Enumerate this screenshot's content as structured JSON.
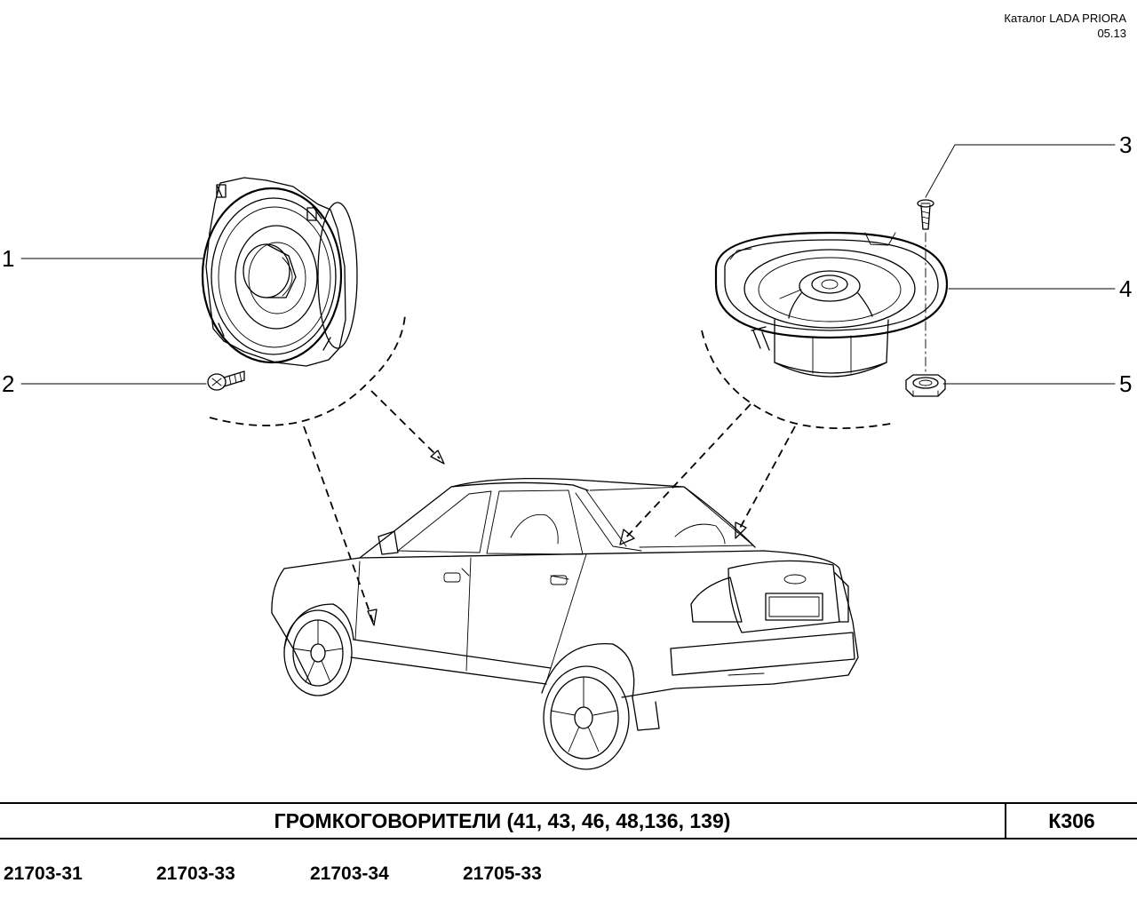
{
  "header": {
    "catalog": "Каталог  LADA  PRIORA",
    "date": "05.13"
  },
  "callouts": [
    "1",
    "2",
    "3",
    "4",
    "5"
  ],
  "title_bar": {
    "title": "ГРОМКОГОВОРИТЕЛИ  (41, 43, 46, 48,136, 139)",
    "code": "К306"
  },
  "models": [
    "21703-31",
    "21703-33",
    "21703-34",
    "21705-33"
  ]
}
